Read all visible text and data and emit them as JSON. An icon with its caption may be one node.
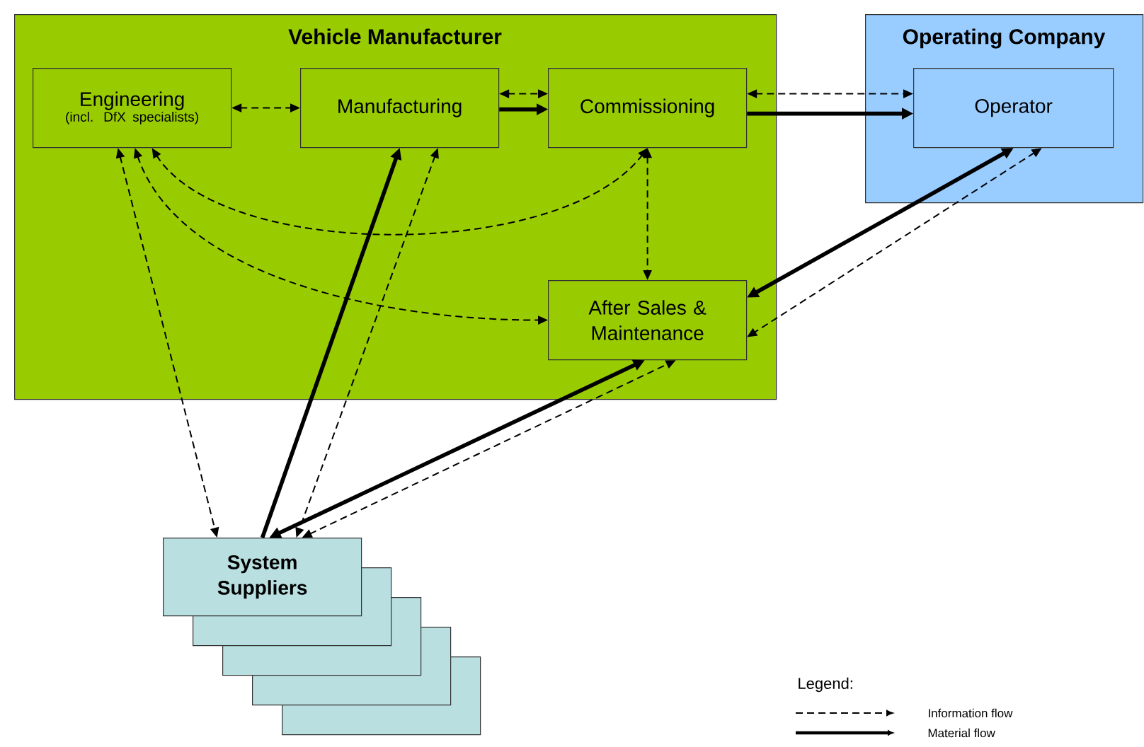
{
  "diagram": {
    "nodes": [
      {
        "text": [
          "Vehicle Manufacturer"
        ]
      },
      {
        "text": [
          "Engineering",
          "(incl. DfX specialists)"
        ],
        "in": 0
      },
      {
        "text": [
          "Manufacturing"
        ],
        "in": 0
      },
      {
        "text": [
          "Commissioning"
        ],
        "in": 0
      },
      {
        "text": [
          "After Sales & Maintenance"
        ],
        "in": 0
      },
      {
        "text": [
          "Operating Company"
        ]
      },
      {
        "text": [
          "Operator"
        ],
        "in": 5
      },
      {
        "text": [
          "System Suppliers"
        ]
      },
      {
        "text": [],
        "shape": "box"
      },
      {
        "text": [],
        "shape": "box"
      },
      {
        "text": [],
        "shape": "box"
      },
      {
        "text": [],
        "shape": "box"
      }
    ],
    "edges": [
      {
        "from": 1,
        "to": 2,
        "arrow": "both",
        "style": "dashed"
      },
      {
        "from": 2,
        "to": 3,
        "arrow": "both",
        "style": "dashed"
      },
      {
        "from": 2,
        "to": 3,
        "arrow": "to",
        "style": "thick"
      },
      {
        "from": 3,
        "to": 6,
        "arrow": "both",
        "style": "dashed"
      },
      {
        "from": 3,
        "to": 6,
        "arrow": "to",
        "style": "thick"
      },
      {
        "from": 1,
        "to": 3,
        "arrow": "both",
        "style": "dashed"
      },
      {
        "from": 1,
        "to": 4,
        "arrow": "both",
        "style": "dashed"
      },
      {
        "from": 3,
        "to": 4,
        "arrow": "both",
        "style": "dashed"
      },
      {
        "from": 1,
        "to": 7,
        "arrow": "both",
        "style": "dashed"
      },
      {
        "from": 7,
        "to": 2,
        "arrow": "to",
        "style": "thick"
      },
      {
        "from": 2,
        "to": 7,
        "arrow": "both",
        "style": "dashed"
      },
      {
        "from": 7,
        "to": 4,
        "arrow": "both",
        "style": "thick"
      },
      {
        "from": 7,
        "to": 4,
        "arrow": "both",
        "style": "dashed"
      },
      {
        "from": 6,
        "to": 4,
        "arrow": "both",
        "style": "thick"
      },
      {
        "from": 6,
        "to": 4,
        "arrow": "both",
        "style": "dashed"
      }
    ],
    "labels": [
      "Legend:"
    ],
    "legend": [
      {
        "text": "Information flow"
      },
      {
        "text": "Material flow"
      }
    ]
  }
}
